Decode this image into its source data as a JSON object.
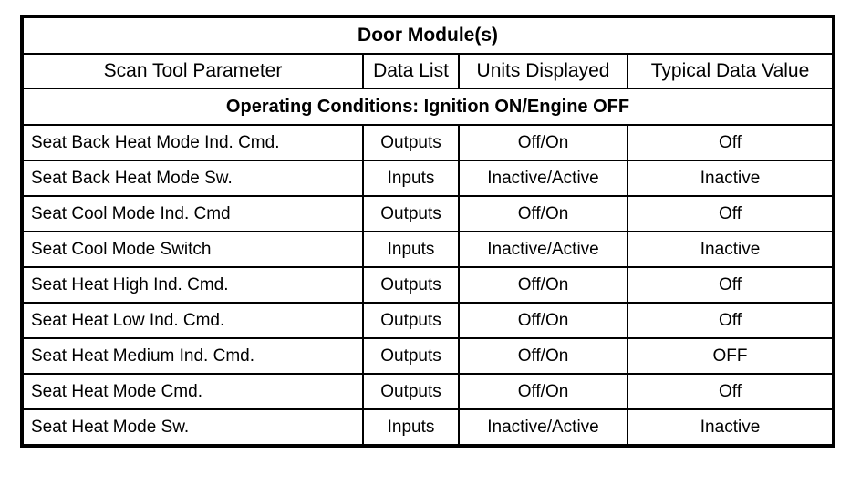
{
  "table": {
    "title": "Door Module(s)",
    "column_headers": [
      "Scan Tool Parameter",
      "Data List",
      "Units Displayed",
      "Typical Data Value"
    ],
    "operating_conditions": "Operating Conditions: Ignition ON/Engine OFF",
    "rows": [
      {
        "parameter": "Seat Back Heat Mode Ind. Cmd.",
        "data_list": "Outputs",
        "units_displayed": "Off/On",
        "typical_data_value": "Off"
      },
      {
        "parameter": "Seat Back Heat Mode Sw.",
        "data_list": "Inputs",
        "units_displayed": "Inactive/Active",
        "typical_data_value": "Inactive"
      },
      {
        "parameter": "Seat Cool Mode Ind. Cmd",
        "data_list": "Outputs",
        "units_displayed": "Off/On",
        "typical_data_value": "Off"
      },
      {
        "parameter": "Seat Cool Mode Switch",
        "data_list": "Inputs",
        "units_displayed": "Inactive/Active",
        "typical_data_value": "Inactive"
      },
      {
        "parameter": "Seat Heat High Ind. Cmd.",
        "data_list": "Outputs",
        "units_displayed": "Off/On",
        "typical_data_value": "Off"
      },
      {
        "parameter": "Seat Heat Low Ind. Cmd.",
        "data_list": "Outputs",
        "units_displayed": "Off/On",
        "typical_data_value": "Off"
      },
      {
        "parameter": "Seat Heat Medium Ind. Cmd.",
        "data_list": "Outputs",
        "units_displayed": "Off/On",
        "typical_data_value": "OFF"
      },
      {
        "parameter": "Seat Heat Mode Cmd.",
        "data_list": "Outputs",
        "units_displayed": "Off/On",
        "typical_data_value": "Off"
      },
      {
        "parameter": "Seat Heat Mode Sw.",
        "data_list": "Inputs",
        "units_displayed": "Inactive/Active",
        "typical_data_value": "Inactive"
      }
    ]
  },
  "colors": {
    "border": "#000000",
    "text": "#000000",
    "background": "#ffffff"
  }
}
